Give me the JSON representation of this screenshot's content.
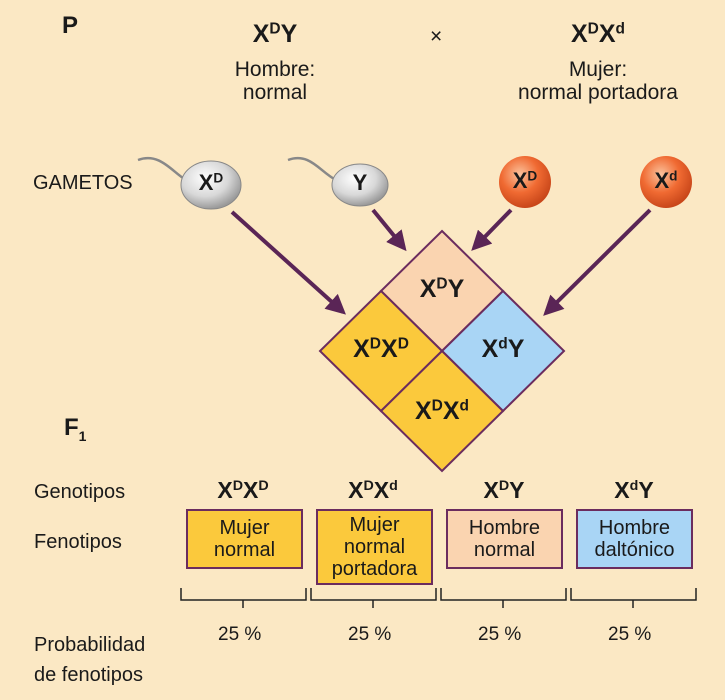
{
  "parents": {
    "generation_label": "P",
    "cross_symbol": "×",
    "male": {
      "genotype_base1": "X",
      "genotype_sup1": "D",
      "genotype_base2": "Y",
      "desc_line1": "Hombre:",
      "desc_line2": "normal"
    },
    "female": {
      "genotype_base1": "X",
      "genotype_sup1": "D",
      "genotype_base2": "X",
      "genotype_sup2": "d",
      "desc_line1": "Mujer:",
      "desc_line2": "normal portadora"
    }
  },
  "gametes": {
    "label": "GAMETOS",
    "sperm1": {
      "base": "X",
      "sup": "D"
    },
    "sperm2": {
      "base": "Y"
    },
    "egg1": {
      "base": "X",
      "sup": "D"
    },
    "egg2": {
      "base": "X",
      "sup": "d"
    }
  },
  "punnett": {
    "top": {
      "b1": "X",
      "s1": "D",
      "b2": "Y"
    },
    "left": {
      "b1": "X",
      "s1": "D",
      "b2": "X",
      "s2": "D"
    },
    "right": {
      "b1": "X",
      "s1": "d",
      "b2": "Y"
    },
    "bottom": {
      "b1": "X",
      "s1": "D",
      "b2": "X",
      "s2": "d"
    }
  },
  "f1": {
    "label_base": "F",
    "label_sub": "1",
    "genotypes_label": "Genotipos",
    "phenotypes_label": "Fenotipos",
    "probability_label_line1": "Probabilidad",
    "probability_label_line2": "de fenotipos",
    "columns": [
      {
        "b1": "X",
        "s1": "D",
        "b2": "X",
        "s2": "D",
        "pheno_line1": "Mujer",
        "pheno_line2": "normal",
        "pheno_line3": "",
        "probability": "25 %"
      },
      {
        "b1": "X",
        "s1": "D",
        "b2": "X",
        "s2": "d",
        "pheno_line1": "Mujer",
        "pheno_line2": "normal",
        "pheno_line3": "portadora",
        "probability": "25 %"
      },
      {
        "b1": "X",
        "s1": "D",
        "b2": "Y",
        "s2": "",
        "pheno_line1": "Hombre",
        "pheno_line2": "normal",
        "pheno_line3": "",
        "probability": "25 %"
      },
      {
        "b1": "X",
        "s1": "d",
        "b2": "Y",
        "s2": "",
        "pheno_line1": "Hombre",
        "pheno_line2": "daltónico",
        "pheno_line3": "",
        "probability": "25 %"
      }
    ]
  },
  "colors": {
    "background": "#fbe8c4",
    "female_box": "#fbc93c",
    "male_normal_box": "#fad4b0",
    "male_colorblind_box": "#a9d5f5",
    "border": "#6b2c5e",
    "sperm": "#d9d9d9",
    "egg": "#f06a32"
  }
}
